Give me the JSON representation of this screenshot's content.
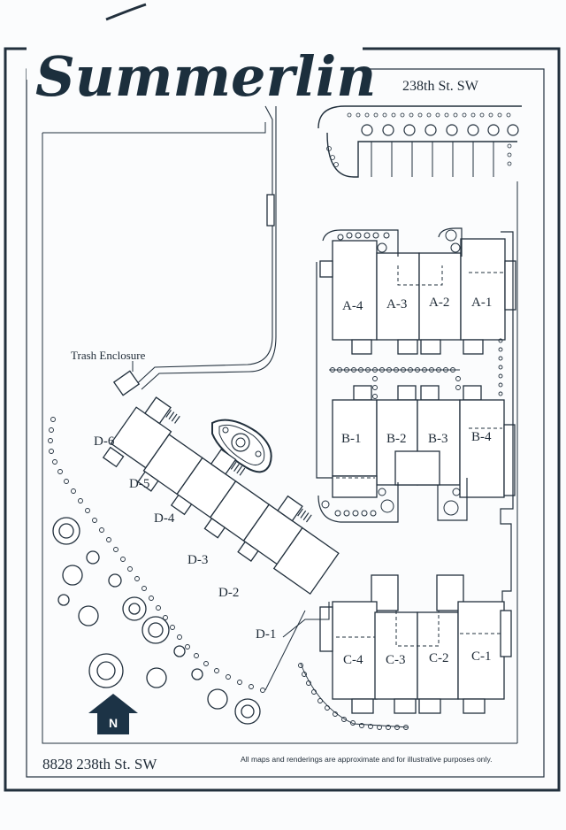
{
  "title": "Summerlin",
  "street_top": "238th St. SW",
  "address": "8828 238th St. SW",
  "disclaimer": "All maps and renderings are approximate and for illustrative purposes only.",
  "trash_label": "Trash Enclosure",
  "north_label": "N",
  "units": {
    "a": [
      "A-4",
      "A-3",
      "A-2",
      "A-1"
    ],
    "b": [
      "B-1",
      "B-2",
      "B-3",
      "B-4"
    ],
    "c": [
      "C-4",
      "C-3",
      "C-2",
      "C-1"
    ],
    "d": [
      "D-6",
      "D-5",
      "D-4",
      "D-3",
      "D-2",
      "D-1"
    ]
  },
  "colors": {
    "ink": "#22303d",
    "paper": "#fbfcfd",
    "accent": "#1c2f3d"
  }
}
